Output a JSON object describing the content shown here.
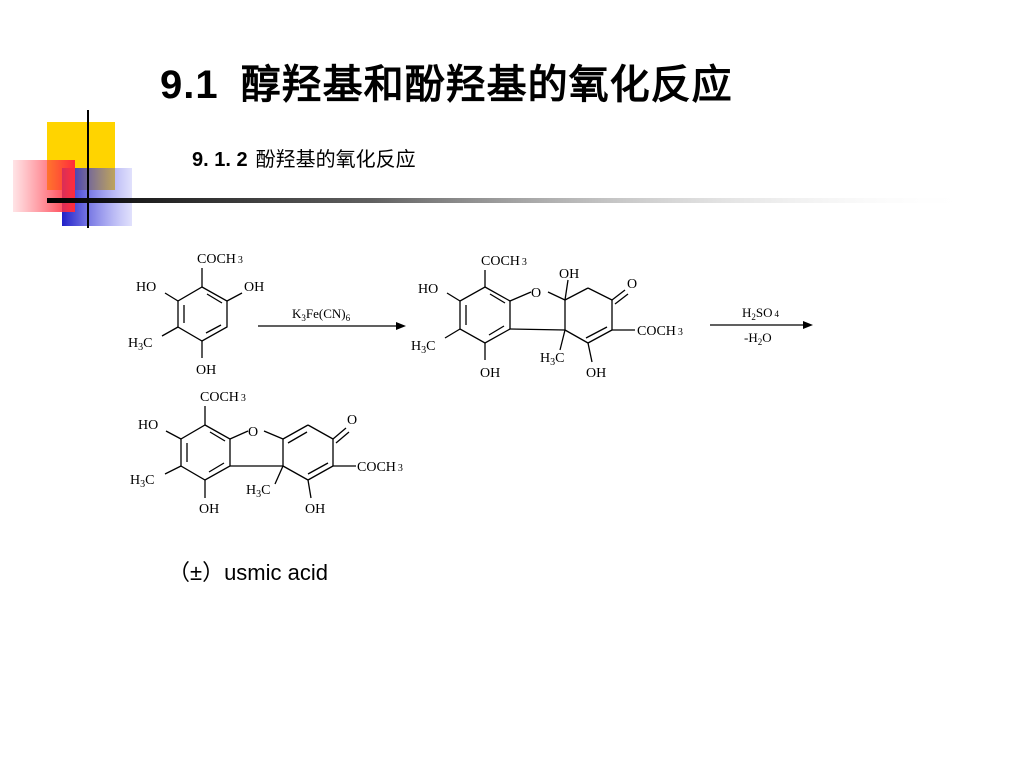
{
  "slide": {
    "title_number": "9.1",
    "title_text": "醇羟基和酚羟基的氧化反应",
    "subtitle_number": "9. 1. 2",
    "subtitle_text": "酚羟基的氧化反应",
    "caption": "（±）usmic acid"
  },
  "scheme": {
    "reagent1": "K3Fe(CN)6",
    "reagent2_top": "H2SO4",
    "reagent2_bottom": "-H2O"
  },
  "colors": {
    "yellow": "#ffd400",
    "blue": "#2a2ad0",
    "red": "#ff4a5a",
    "rule": "#000000"
  }
}
